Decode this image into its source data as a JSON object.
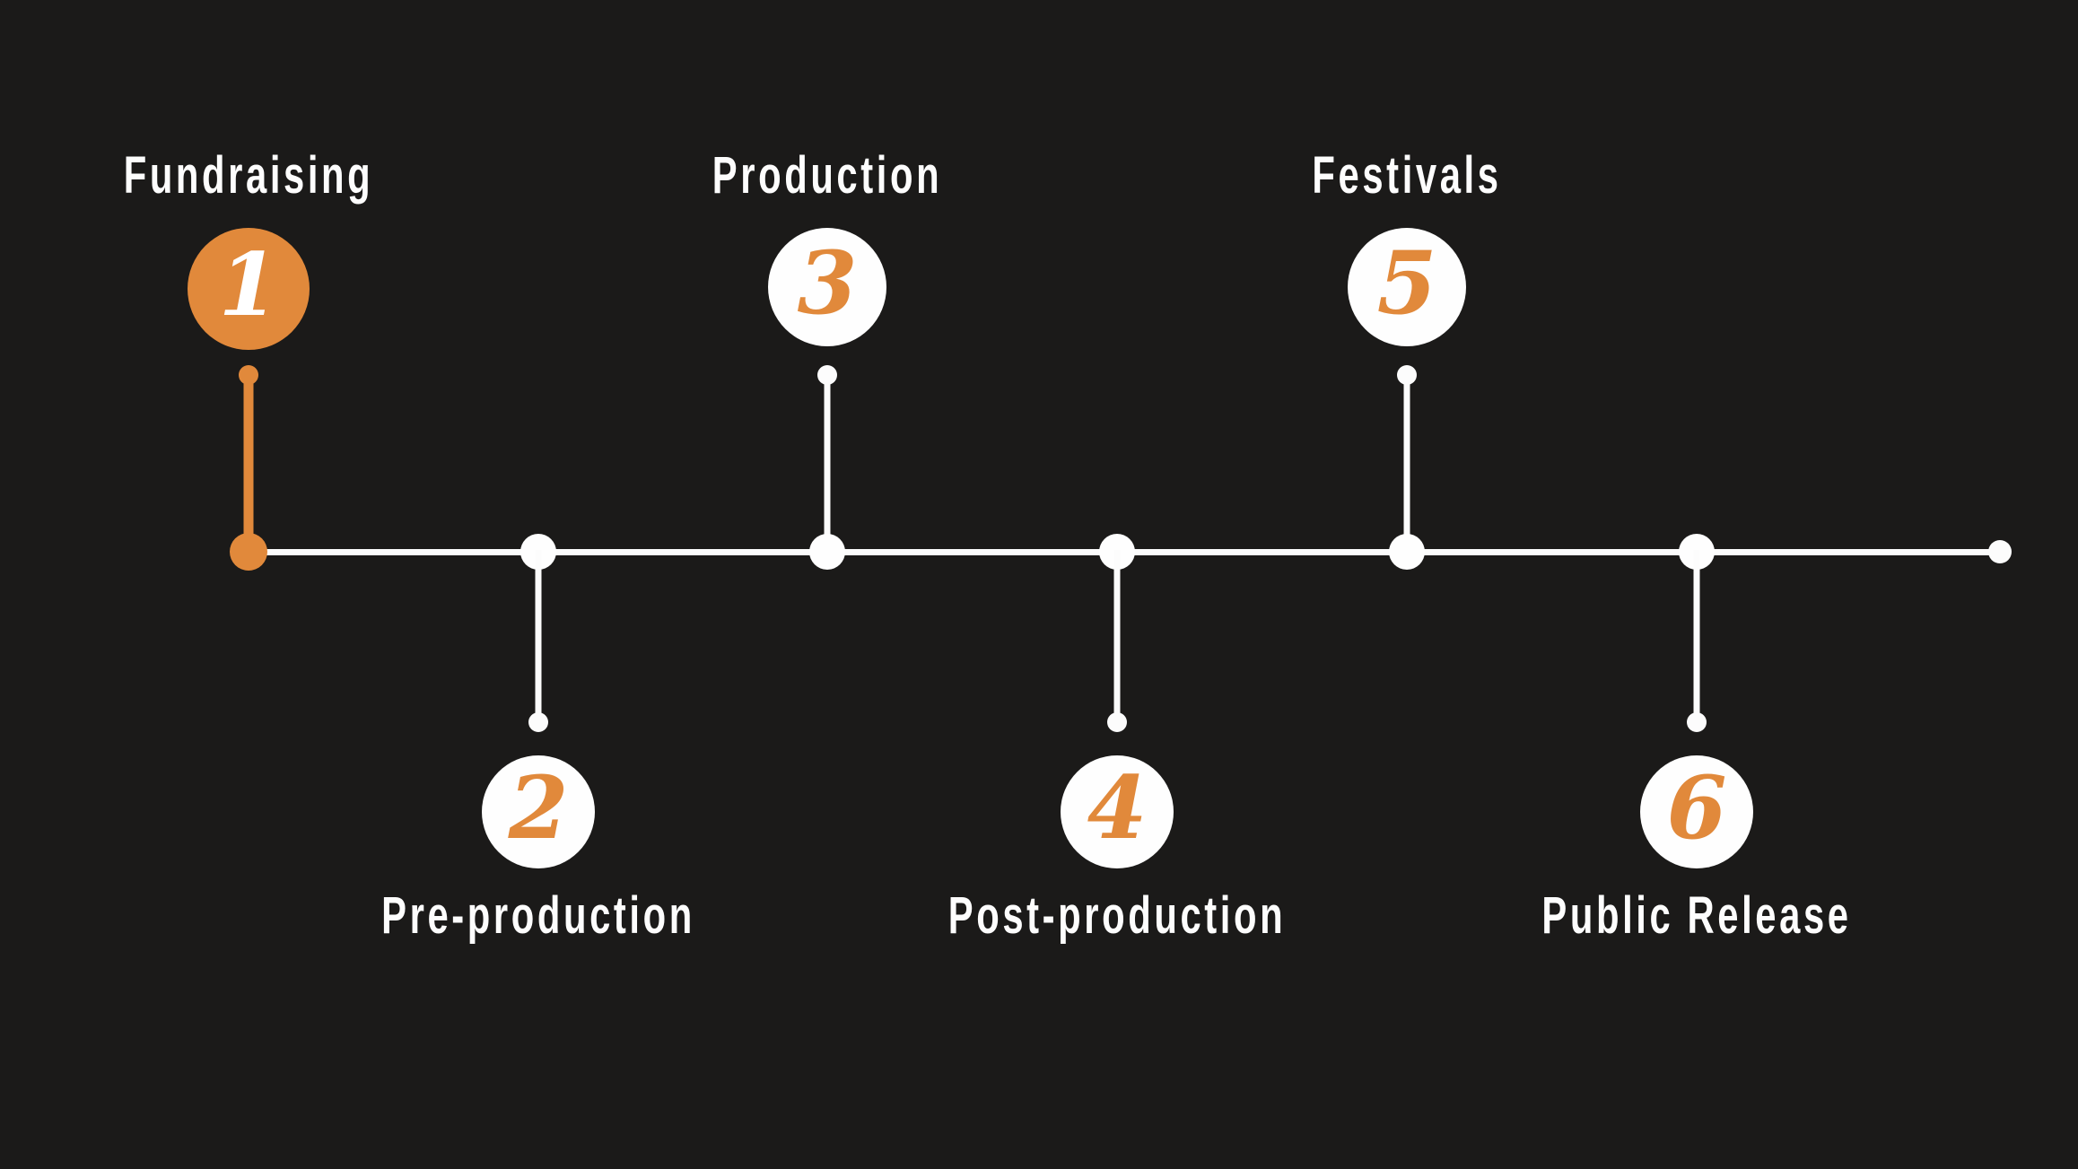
{
  "colors": {
    "background": "#1b1a19",
    "accent_orange": "#e1893b",
    "line_white": "#fcfcfc"
  },
  "timeline": {
    "steps": [
      {
        "number": "1",
        "label": "Fundraising",
        "position": "top",
        "highlighted": true
      },
      {
        "number": "2",
        "label": "Pre-production",
        "position": "bottom",
        "highlighted": false
      },
      {
        "number": "3",
        "label": "Production",
        "position": "top",
        "highlighted": false
      },
      {
        "number": "4",
        "label": "Post-production",
        "position": "bottom",
        "highlighted": false
      },
      {
        "number": "5",
        "label": "Festivals",
        "position": "top",
        "highlighted": false
      },
      {
        "number": "6",
        "label": "Public Release",
        "position": "bottom",
        "highlighted": false
      }
    ]
  }
}
